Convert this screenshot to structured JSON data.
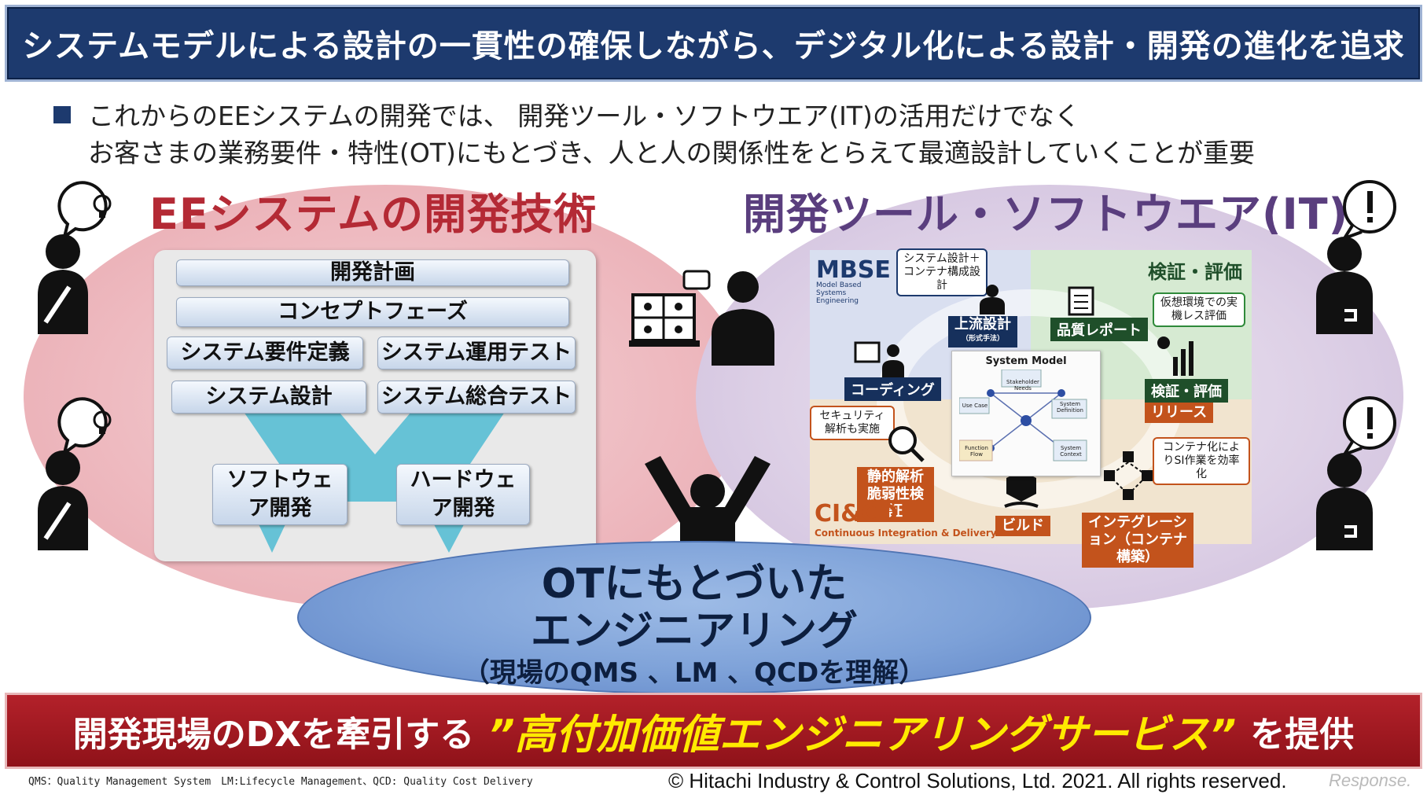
{
  "header": {
    "title": "システムモデルによる設計の一貫性の確保しながら、デジタル化による設計・開発の進化を追求"
  },
  "intro": {
    "line1": "これからのEEシステムの開発では、 開発ツール・ソフトウエア(IT)の活用だけでなく",
    "line2": "お客さまの業務要件・特性(OT)にもとづき、人と人の関係性をとらえて最適設計していくことが重要"
  },
  "left": {
    "title": "EEシステムの開発技術",
    "steps": {
      "plan": "開発計画",
      "concept": "コンセプトフェーズ",
      "requirements": "システム要件定義",
      "ops_test": "システム運用テスト",
      "design": "システム設計",
      "integration_test": "システム総合テスト",
      "software": "ソフトウェア開発",
      "hardware": "ハードウェア開発"
    }
  },
  "right": {
    "title": "開発ツール・ソフトウエア(IT)",
    "mbse": {
      "title": "MBSE",
      "subtitle": "Model Based Systems Engineering"
    },
    "verify_title": "検証・評価",
    "callouts": {
      "system_design": "システム設計＋コンテナ構成設計",
      "virtual_env": "仮想環境での実機レス評価",
      "security": "セキュリティ解析も実施",
      "containerization": "コンテナ化によりSI作業を効率化"
    },
    "tags": {
      "upstream": "上流設計",
      "upstream_sub": "（形式手法）",
      "quality_report": "品質レポート",
      "coding": "コーディング",
      "verify": "検証・評価",
      "release": "リリース",
      "static": "静的解析脆弱性検証",
      "build": "ビルド",
      "integration": "インテグレーション（コンテナ構築）"
    },
    "system_model": {
      "title": "System Model",
      "nodes": [
        "Stakeholder Needs",
        "Use Case",
        "System Definition",
        "Function Flow",
        "System Context"
      ]
    },
    "cicd": {
      "title": "CI&CD",
      "subtitle": "Continuous Integration & Delivery"
    }
  },
  "ot": {
    "line1": "OTにもとづいた",
    "line2": "エンジニアリング",
    "line3": "（現場のQMS 、LM 、QCDを理解）"
  },
  "banner": {
    "pre": "開発現場のDXを牽引する",
    "highlight": "”高付加価値エンジニアリングサービス”",
    "post": "を提供"
  },
  "footer": {
    "definitions": "QMS：Quality Management System　LM:Lifecycle Management、QCD: Quality Cost Delivery",
    "copyright": "© Hitachi Industry & Control Solutions, Ltd. 2021. All rights reserved.",
    "watermark": "Response."
  },
  "colors": {
    "navy": "#1d3a6e",
    "red": "#b42a35",
    "purple": "#5a3e7e",
    "orange": "#c3531c",
    "green": "#1f4f2a",
    "yellow": "#ffea00"
  }
}
